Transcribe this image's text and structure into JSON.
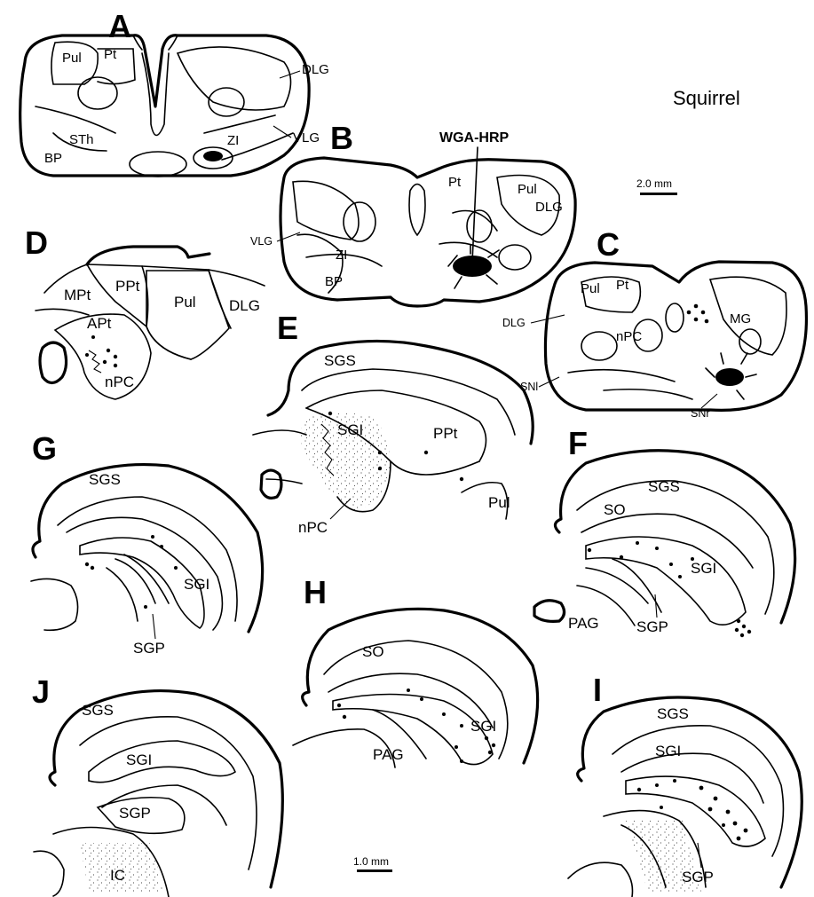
{
  "species_label": "Squirrel",
  "tracer_label": "WGA-HRP",
  "scale_bars": {
    "large": "2.0 mm",
    "small": "1.0 mm"
  },
  "panels": {
    "A": {
      "letter": "A",
      "labels": {
        "pul": "Pul",
        "pt": "Pt",
        "dlg": "DLG",
        "sth": "STh",
        "bp": "BP",
        "zi": "ZI",
        "vlg": "VLG"
      }
    },
    "B": {
      "letter": "B",
      "labels": {
        "pt": "Pt",
        "pul": "Pul",
        "dlg": "DLG",
        "vlg": "VLG",
        "zi": "ZI",
        "bp": "BP"
      }
    },
    "C": {
      "letter": "C",
      "labels": {
        "pul": "Pul",
        "pt": "Pt",
        "dlg": "DLG",
        "npc": "nPC",
        "mg": "MG",
        "snl": "SNl",
        "snr": "SNr"
      }
    },
    "D": {
      "letter": "D",
      "labels": {
        "mpt": "MPt",
        "ppt": "PPt",
        "pul": "Pul",
        "dlg": "DLG",
        "apt": "APt",
        "npc": "nPC"
      }
    },
    "E": {
      "letter": "E",
      "labels": {
        "sgs": "SGS",
        "sgi": "SGI",
        "ppt": "PPt",
        "pul": "Pul",
        "npc": "nPC"
      }
    },
    "F": {
      "letter": "F",
      "labels": {
        "sgs": "SGS",
        "so": "SO",
        "sgi": "SGI",
        "pag": "PAG",
        "sgp": "SGP"
      }
    },
    "G": {
      "letter": "G",
      "labels": {
        "sgs": "SGS",
        "sgi": "SGI",
        "sgp": "SGP"
      }
    },
    "H": {
      "letter": "H",
      "labels": {
        "so": "SO",
        "sgi": "SGI",
        "pag": "PAG"
      }
    },
    "I": {
      "letter": "I",
      "labels": {
        "sgs": "SGS",
        "sgi": "SGI",
        "sgp": "SGP"
      }
    },
    "J": {
      "letter": "J",
      "labels": {
        "sgs": "SGS",
        "sgi": "SGI",
        "sgp": "SGP",
        "ic": "IC"
      }
    }
  }
}
